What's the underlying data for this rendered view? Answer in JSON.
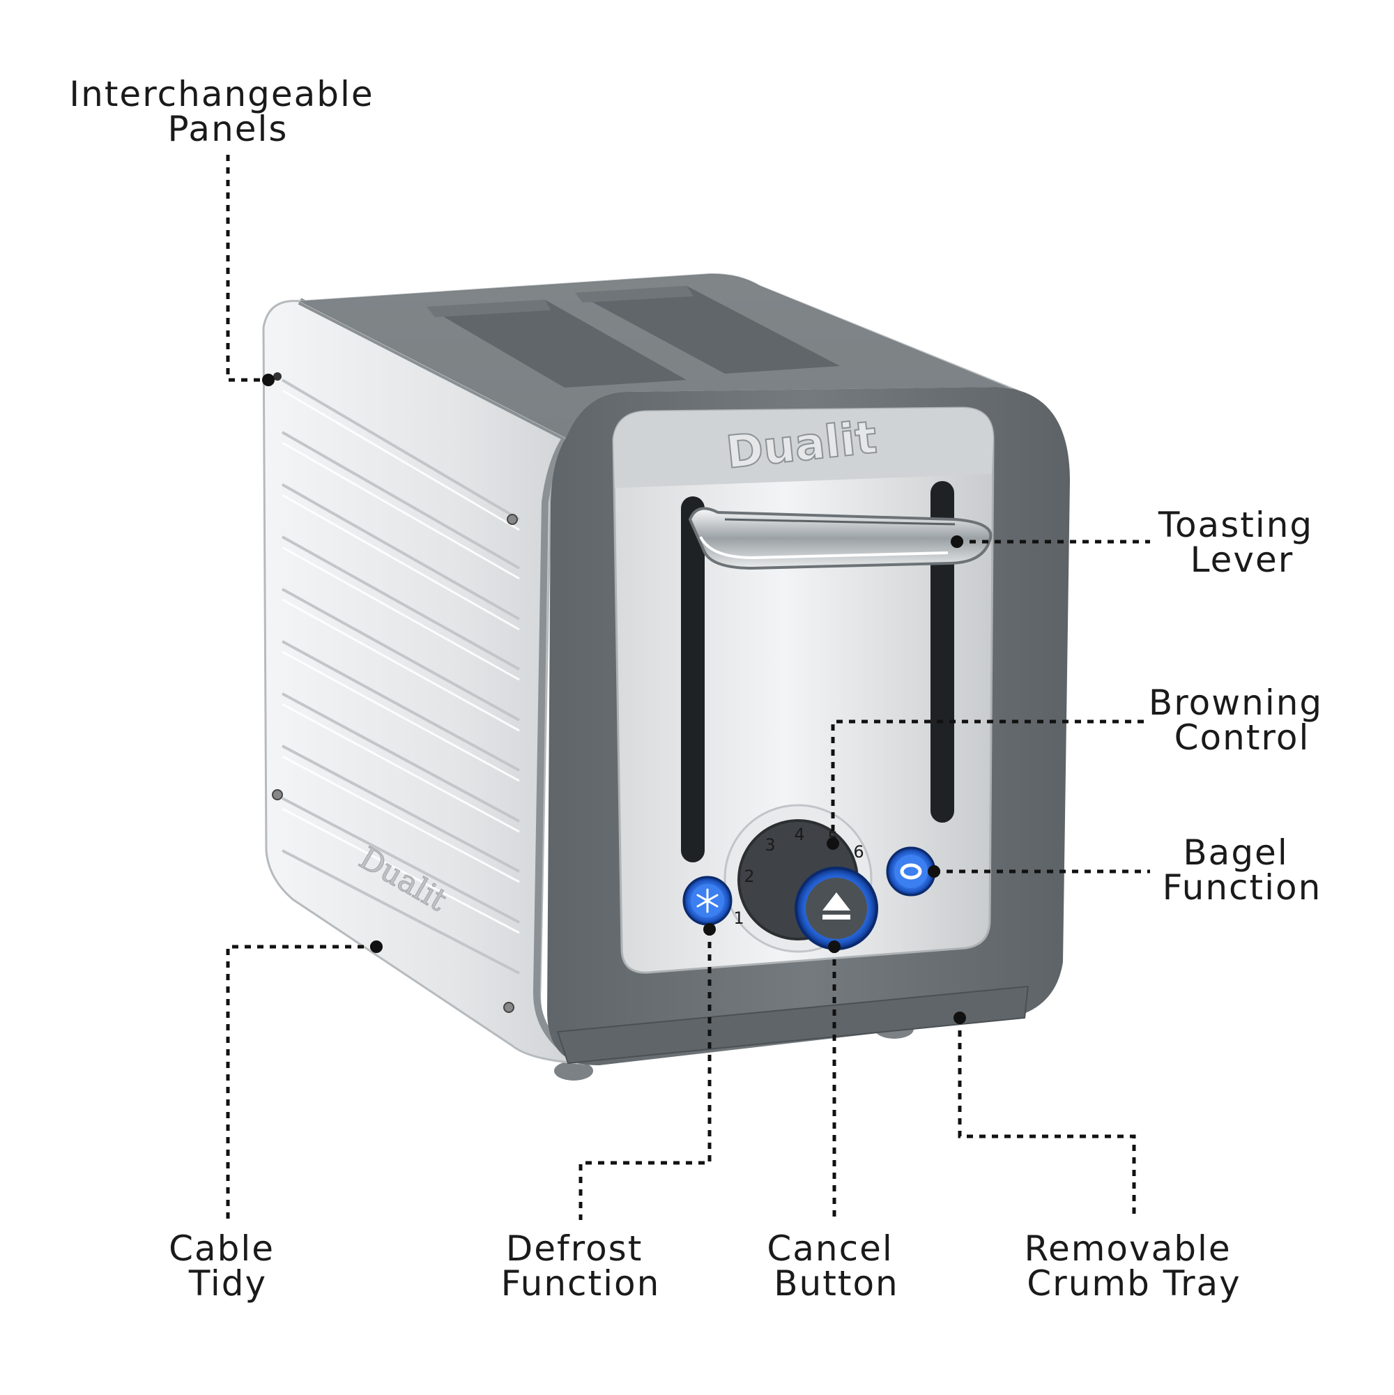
{
  "callouts": {
    "interchangeable_panels": [
      "Interchangeable",
      "Panels"
    ],
    "toasting_lever": [
      "Toasting",
      "Lever"
    ],
    "browning_control": [
      "Browning",
      "Control"
    ],
    "bagel_function": [
      "Bagel",
      "Function"
    ],
    "cable_tidy": [
      "Cable",
      "Tidy"
    ],
    "defrost_function": [
      "Defrost",
      "Function"
    ],
    "cancel_button": [
      "Cancel",
      "Button"
    ],
    "removable_crumb_tray": [
      "Removable",
      "Crumb Tray"
    ]
  },
  "product": {
    "brand_front": "Dualit",
    "brand_side": "Dualit",
    "dial_numbers": [
      "1",
      "2",
      "3",
      "4",
      "5",
      "6"
    ]
  },
  "colors": {
    "frame_grey": "#6b7174",
    "steel": "#e6e8ea",
    "indicator_blue": "#2a6fe0",
    "line": "#111111"
  },
  "icons": {
    "defrost": "snowflake-icon",
    "cancel": "eject-icon",
    "bagel": "bagel-icon"
  }
}
